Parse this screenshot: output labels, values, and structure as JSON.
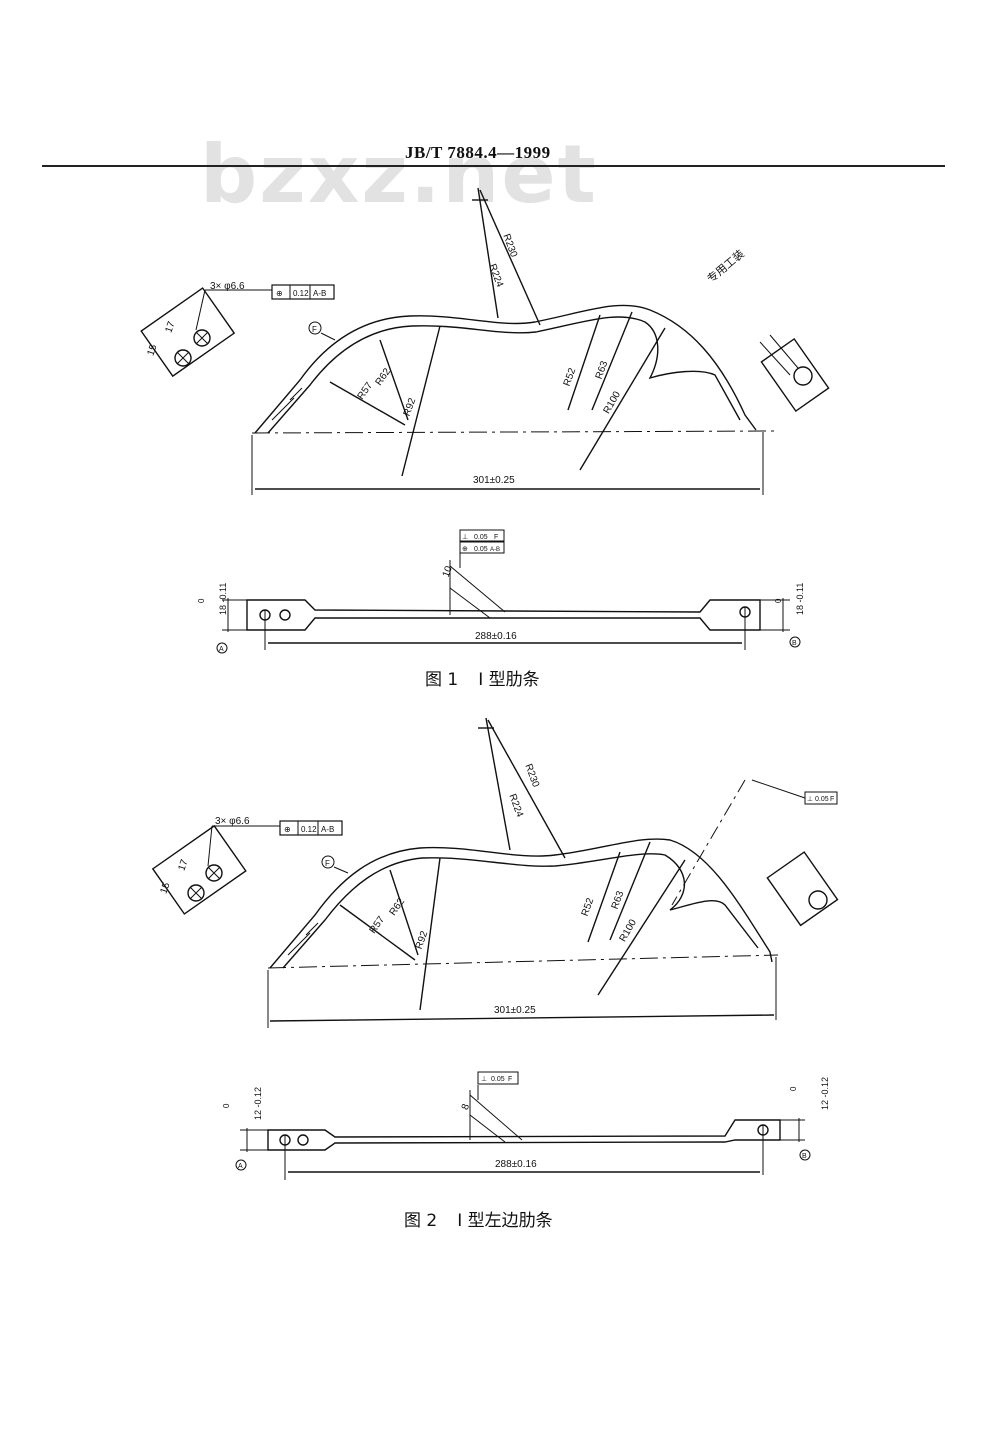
{
  "header": {
    "standard_number": "JB/T  7884.4—1999"
  },
  "watermark": "bzxz.net",
  "figure1": {
    "caption_num": "图 1",
    "caption_text": "I 型肋条",
    "hole_callout": "3× φ6.6",
    "frame": [
      "⊕",
      "0.12",
      "A-B"
    ],
    "dim_15": "15",
    "dim_17": "17",
    "radii": [
      "R230",
      "R224",
      "R57",
      "R62",
      "R92",
      "R52",
      "R63",
      "R100"
    ],
    "length": "301±0.25",
    "side_note": "专用工装",
    "datum_f": "F",
    "plan_frame_top": [
      "⊥",
      "0.05",
      "F"
    ],
    "plan_frame_bottom": [
      "⊕",
      "0.05",
      "A-B"
    ],
    "plan_dim_10": "10",
    "plan_length": "288±0.16",
    "left_tol": "18 -0.11",
    "left_tol_upper": "0",
    "right_tol": "18 -0.11",
    "right_tol_upper": "0",
    "datum_a": "A",
    "datum_b": "B"
  },
  "figure2": {
    "caption_num": "图 2",
    "caption_text": "I 型左边肋条",
    "hole_callout": "3× φ6.6",
    "frame": [
      "⊕",
      "0.12",
      "A-B"
    ],
    "dim_15": "15",
    "dim_17": "17",
    "radii": [
      "R230",
      "R224",
      "R57",
      "R62",
      "R92",
      "R52",
      "R63",
      "R100"
    ],
    "length": "301±0.25",
    "datum_f": "F",
    "plan_frame": [
      "⊥",
      "0.05",
      "F"
    ],
    "side_frame": [
      "⊥",
      "0.05",
      "F"
    ],
    "plan_dim_8": "8",
    "plan_length": "288±0.16",
    "left_tol": "12 -0.12",
    "left_tol_upper": "0",
    "right_tol": "12 -0.12",
    "right_tol_upper": "0",
    "datum_a": "A",
    "datum_b": "B"
  }
}
